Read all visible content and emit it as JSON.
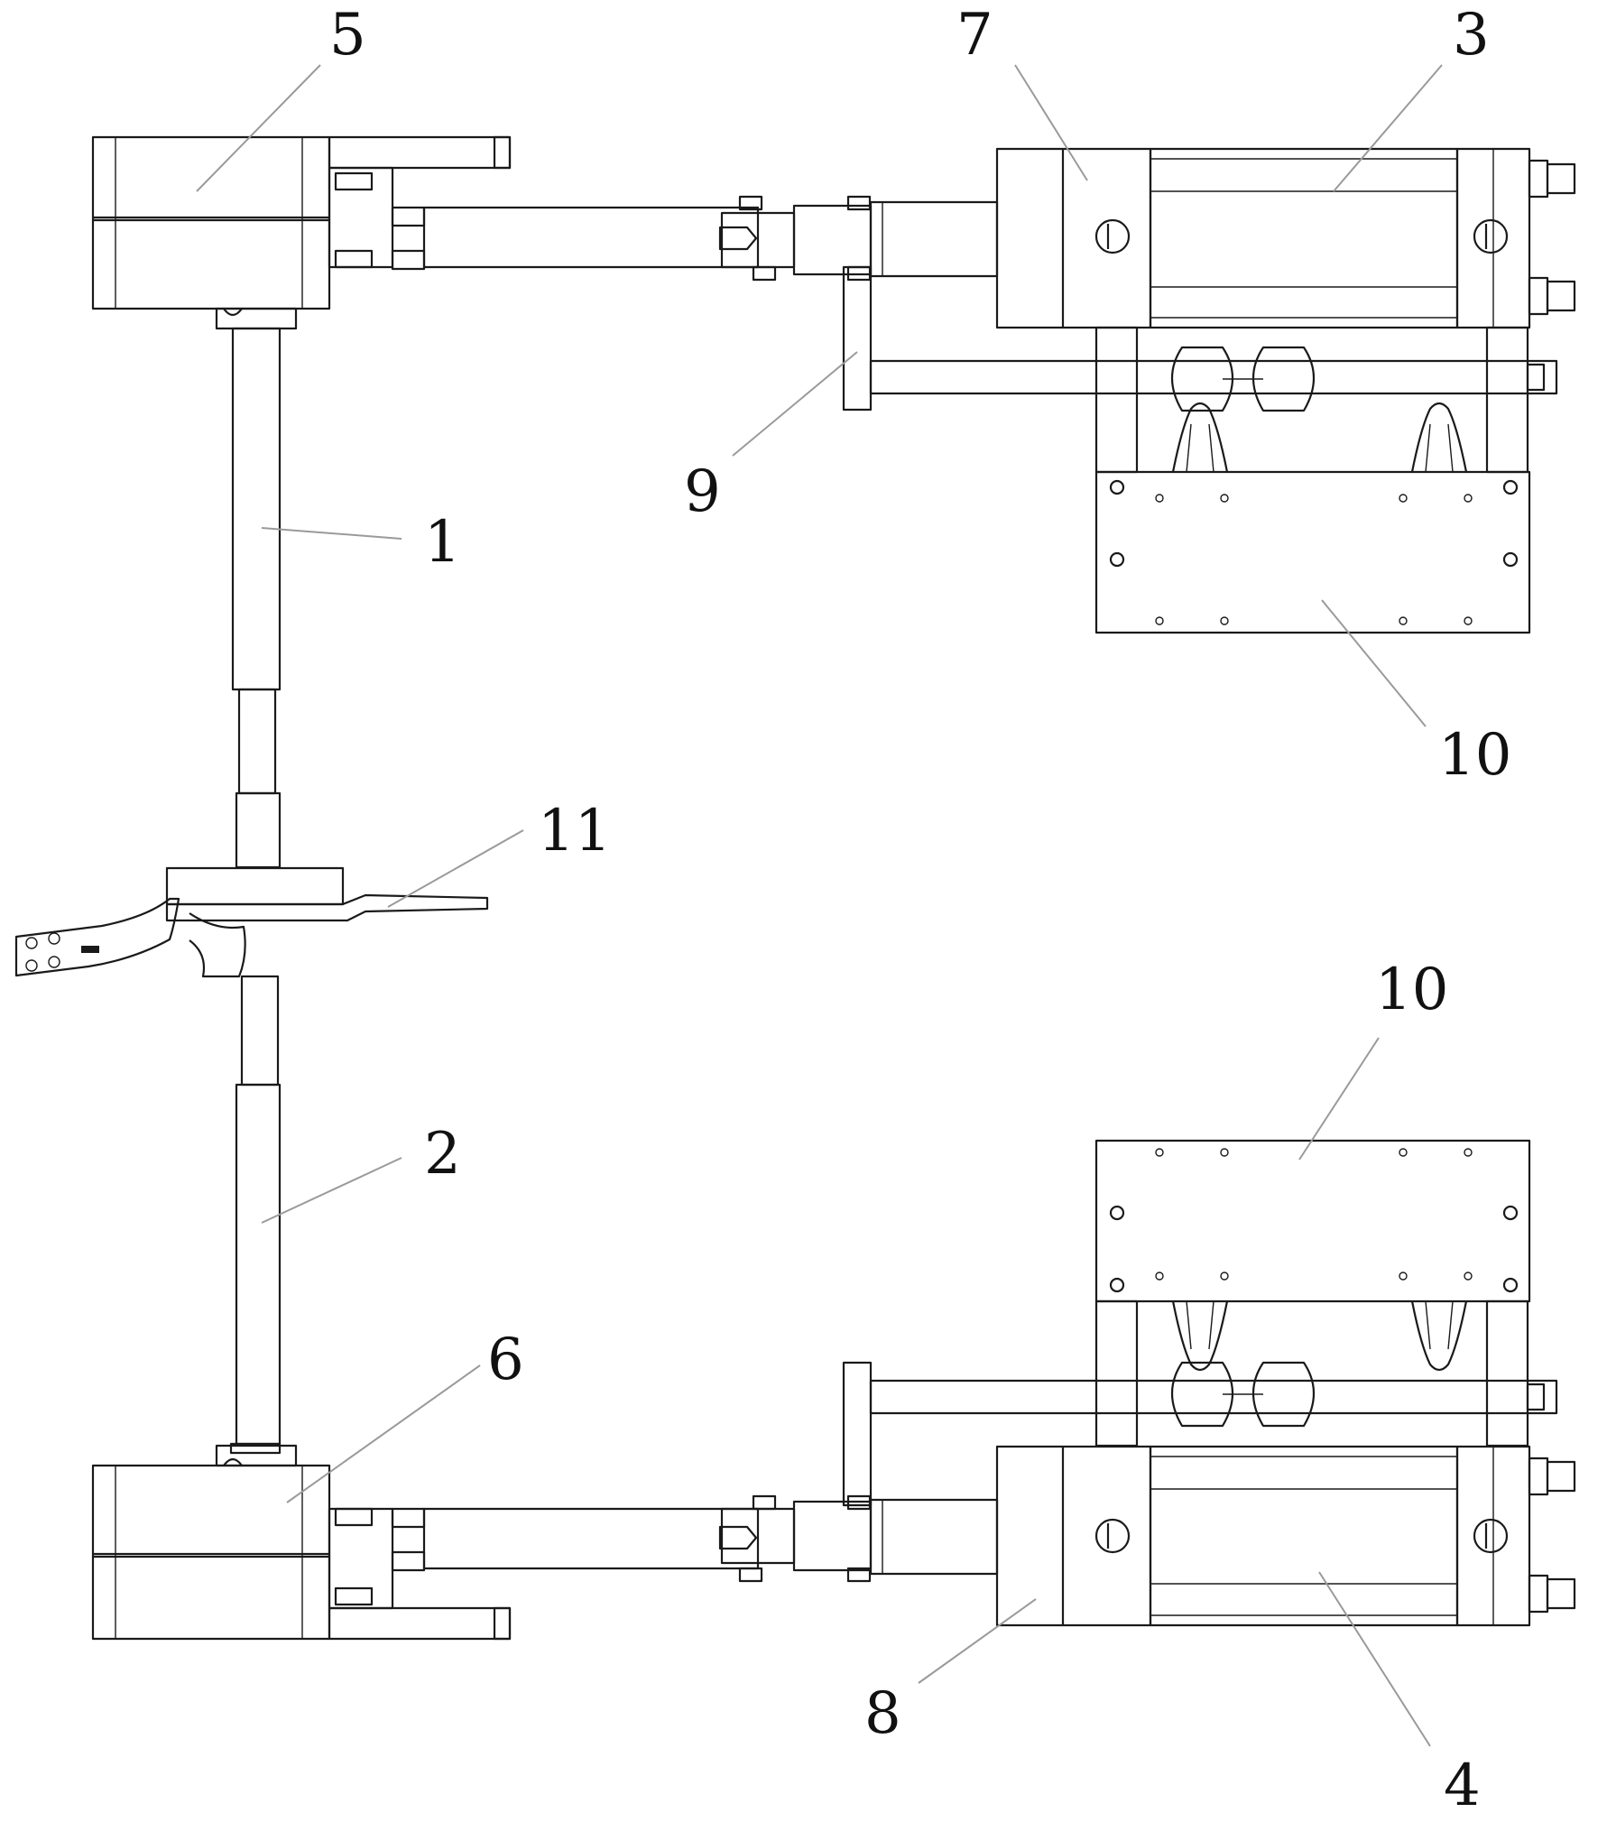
{
  "diagram": {
    "callouts": [
      {
        "id": "label-1",
        "text": "1"
      },
      {
        "id": "label-2",
        "text": "2"
      },
      {
        "id": "label-3",
        "text": "3"
      },
      {
        "id": "label-4",
        "text": "4"
      },
      {
        "id": "label-5",
        "text": "5"
      },
      {
        "id": "label-6",
        "text": "6"
      },
      {
        "id": "label-7",
        "text": "7"
      },
      {
        "id": "label-8",
        "text": "8"
      },
      {
        "id": "label-9",
        "text": "9"
      },
      {
        "id": "label-10-top",
        "text": "10"
      },
      {
        "id": "label-10-bottom",
        "text": "10"
      },
      {
        "id": "label-11",
        "text": "11"
      }
    ]
  }
}
